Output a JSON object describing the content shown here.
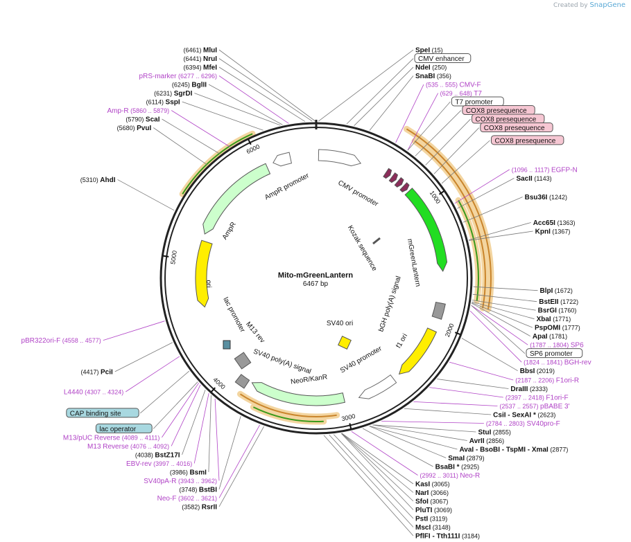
{
  "created_by": "Created by",
  "brand": "SnapGene",
  "plasmid": {
    "name": "Mito-mGreenLantern",
    "length": "6467 bp",
    "bp": 6467
  },
  "scale_ticks": [
    {
      "bp": 1000,
      "label": "1000"
    },
    {
      "bp": 2000,
      "label": "2000"
    },
    {
      "bp": 3000,
      "label": "3000"
    },
    {
      "bp": 4000,
      "label": "4000"
    },
    {
      "bp": 5000,
      "label": "5000"
    },
    {
      "bp": 6000,
      "label": "6000"
    }
  ],
  "enzymes": [
    {
      "name": "MluI",
      "pos": "(6461)",
      "bp": 6461
    },
    {
      "name": "NruI",
      "pos": "(6441)",
      "bp": 6441
    },
    {
      "name": "MfeI",
      "pos": "(6394)",
      "bp": 6394
    },
    {
      "name": "SpeI",
      "pos": "(15)",
      "bp": 15
    },
    {
      "name": "NdeI",
      "pos": "(250)",
      "bp": 250
    },
    {
      "name": "SnaBI",
      "pos": "(356)",
      "bp": 356
    },
    {
      "name": "BglII",
      "pos": "(6245)",
      "bp": 6245
    },
    {
      "name": "SgrDI",
      "pos": "(6231)",
      "bp": 6231
    },
    {
      "name": "SspI",
      "pos": "(6114)",
      "bp": 6114
    },
    {
      "name": "ScaI",
      "pos": "(5790)",
      "bp": 5790
    },
    {
      "name": "PvuI",
      "pos": "(5680)",
      "bp": 5680
    },
    {
      "name": "AhdI",
      "pos": "(5310)",
      "bp": 5310
    },
    {
      "name": "SacII",
      "pos": "(1143)",
      "bp": 1143
    },
    {
      "name": "Bsu36I",
      "pos": "(1242)",
      "bp": 1242
    },
    {
      "name": "Acc65I",
      "pos": "(1363)",
      "bp": 1363
    },
    {
      "name": "KpnI",
      "pos": "(1367)",
      "bp": 1367
    },
    {
      "name": "BlpI",
      "pos": "(1672)",
      "bp": 1672
    },
    {
      "name": "BstEII",
      "pos": "(1722)",
      "bp": 1722
    },
    {
      "name": "BsrGI",
      "pos": "(1760)",
      "bp": 1760
    },
    {
      "name": "XbaI",
      "pos": "(1771)",
      "bp": 1771
    },
    {
      "name": "PspOMI",
      "pos": "(1777)",
      "bp": 1777
    },
    {
      "name": "ApaI",
      "pos": "(1781)",
      "bp": 1781
    },
    {
      "name": "BbsI",
      "pos": "(2019)",
      "bp": 2019
    },
    {
      "name": "DraIII",
      "pos": "(2333)",
      "bp": 2333
    },
    {
      "name": "CsiI - SexAI *",
      "pos": "(2623)",
      "bp": 2623
    },
    {
      "name": "StuI",
      "pos": "(2855)",
      "bp": 2855
    },
    {
      "name": "AvrII",
      "pos": "(2856)",
      "bp": 2856
    },
    {
      "name": "AvaI - BsoBI - TspMI - XmaI",
      "pos": "(2877)",
      "bp": 2877
    },
    {
      "name": "SmaI",
      "pos": "(2879)",
      "bp": 2879
    },
    {
      "name": "BsaBI *",
      "pos": "(2925)",
      "bp": 2925
    },
    {
      "name": "KasI",
      "pos": "(3065)",
      "bp": 3065
    },
    {
      "name": "NarI",
      "pos": "(3066)",
      "bp": 3066
    },
    {
      "name": "SfoI",
      "pos": "(3067)",
      "bp": 3067
    },
    {
      "name": "PluTI",
      "pos": "(3069)",
      "bp": 3069
    },
    {
      "name": "PstI",
      "pos": "(3119)",
      "bp": 3119
    },
    {
      "name": "MscI",
      "pos": "(3148)",
      "bp": 3148
    },
    {
      "name": "PflFI - Tth111I",
      "pos": "(3184)",
      "bp": 3184
    },
    {
      "name": "RsrII",
      "pos": "(3582)",
      "bp": 3582
    },
    {
      "name": "BstBI",
      "pos": "(3748)",
      "bp": 3748
    },
    {
      "name": "BsmI",
      "pos": "(3986)",
      "bp": 3986
    },
    {
      "name": "BstZ17I",
      "pos": "(4038)",
      "bp": 4038
    },
    {
      "name": "PciI",
      "pos": "(4417)",
      "bp": 4417
    }
  ],
  "primers": [
    {
      "name": "pRS-marker",
      "pos": "(6277 .. 6296)",
      "bp": 6287
    },
    {
      "name": "Amp-R",
      "pos": "(5860 .. 5879)",
      "bp": 5870
    },
    {
      "name": "CMV-F",
      "pos": "(535 .. 555)",
      "bp": 545
    },
    {
      "name": "T7",
      "pos": "(629 .. 648)",
      "bp": 638
    },
    {
      "name": "EGFP-N",
      "pos": "(1096 .. 1117)",
      "bp": 1106
    },
    {
      "name": "SP6",
      "pos": "(1787 .. 1804)",
      "bp": 1795
    },
    {
      "name": "BGH-rev",
      "pos": "(1824 .. 1841)",
      "bp": 1832
    },
    {
      "name": "F1ori-R",
      "pos": "(2187 .. 2206)",
      "bp": 2196
    },
    {
      "name": "F1ori-F",
      "pos": "(2397 .. 2418)",
      "bp": 2407
    },
    {
      "name": "pBABE 3'",
      "pos": "(2537 .. 2557)",
      "bp": 2547
    },
    {
      "name": "SV40pro-F",
      "pos": "(2784 .. 2803)",
      "bp": 2793
    },
    {
      "name": "Neo-R",
      "pos": "(2992 .. 3011)",
      "bp": 3001
    },
    {
      "name": "Neo-F",
      "pos": "(3602 .. 3621)",
      "bp": 3611
    },
    {
      "name": "SV40pA-R",
      "pos": "(3943 .. 3962)",
      "bp": 3952
    },
    {
      "name": "EBV-rev",
      "pos": "(3997 .. 4016)",
      "bp": 4006
    },
    {
      "name": "M13 Reverse",
      "pos": "(4076 .. 4092)",
      "bp": 4084
    },
    {
      "name": "M13/pUC Reverse",
      "pos": "(4089 .. 4111)",
      "bp": 4100
    },
    {
      "name": "L4440",
      "pos": "(4307 .. 4324)",
      "bp": 4315
    },
    {
      "name": "pBR322ori-F",
      "pos": "(4558 .. 4577)",
      "bp": 4567
    }
  ],
  "boxed_features": [
    {
      "name": "CMV enhancer",
      "bp": 200,
      "fill": "#ffffff"
    },
    {
      "name": "T7 promoter",
      "bp": 638,
      "fill": "#ffffff"
    },
    {
      "name": "COX8 presequence",
      "bp": 700,
      "fill": "#f6c7d3"
    },
    {
      "name": "COX8 presequence",
      "bp": 790,
      "fill": "#f6c7d3"
    },
    {
      "name": "COX8 presequence",
      "bp": 870,
      "fill": "#f6c7d3"
    },
    {
      "name": "COX8 presequence",
      "bp": 950,
      "fill": "#f6c7d3"
    },
    {
      "name": "SP6 promoter",
      "bp": 1795,
      "fill": "#ffffff"
    },
    {
      "name": "CAP binding site",
      "bp": 4200,
      "fill": "#a8d8e0"
    },
    {
      "name": "lac operator",
      "bp": 4110,
      "fill": "#a8d8e0"
    }
  ],
  "inner_labels": {
    "cmv_promoter": "CMV promoter",
    "kozak": "Kozak sequence",
    "mgreenlantern": "mGreenLantern",
    "bgh": "bGH poly(A) signal",
    "f1ori": "f1 ori",
    "sv40_promoter": "SV40 promoter",
    "sv40_ori": "SV40 ori",
    "neor": "NeoR/KanR",
    "sv40_polya": "SV40 poly(A) signal",
    "m13rev": "M13 rev",
    "lac_promoter": "lac promoter",
    "ori": "ori",
    "ampr": "AmpR",
    "ampr_promoter": "AmpR promoter"
  },
  "colors": {
    "backbone": "#222222",
    "promoter": "#ffffff",
    "cds_green": "#22dd22",
    "ori_yellow": "#ffee00",
    "cox8": "#8b2d5a",
    "ampr": "#ccffcc",
    "polya": "#999999",
    "primer": "#b042c6",
    "orf_orange": "#c9842b",
    "orf_green": "#3a9a1a"
  }
}
